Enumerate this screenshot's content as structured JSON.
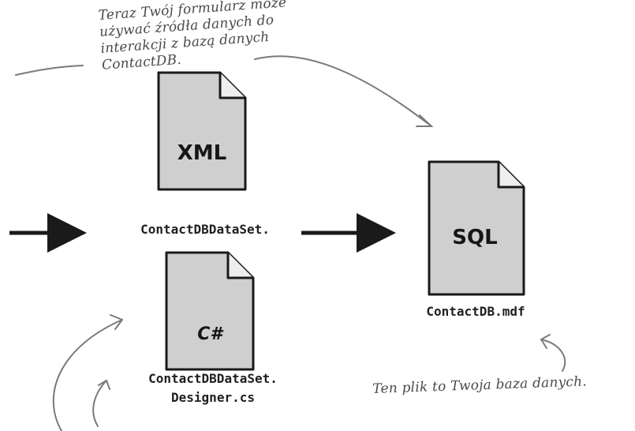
{
  "annotations": {
    "top_note": "Teraz Twój formularz może używać źródła danych do interakcji z bazą danych ContactDB.",
    "bottom_note": "Ten plik to Twoja baza danych."
  },
  "documents": [
    {
      "icon": "xml-document-icon",
      "label": "XML",
      "filename": "ContactDBDataSet."
    },
    {
      "icon": "csharp-document-icon",
      "label": "C#",
      "filename_line1": "ContactDBDataSet.",
      "filename_line2": "Designer.cs"
    },
    {
      "icon": "sql-document-icon",
      "label": "SQL",
      "filename": "ContactDB.mdf"
    }
  ],
  "colors": {
    "document_fill": "#cfcfcf",
    "document_outline": "#1a1a1a",
    "arrow": "#1a1a1a",
    "sketch": "#7a7a7a",
    "note_text": "#4a4a4a"
  }
}
